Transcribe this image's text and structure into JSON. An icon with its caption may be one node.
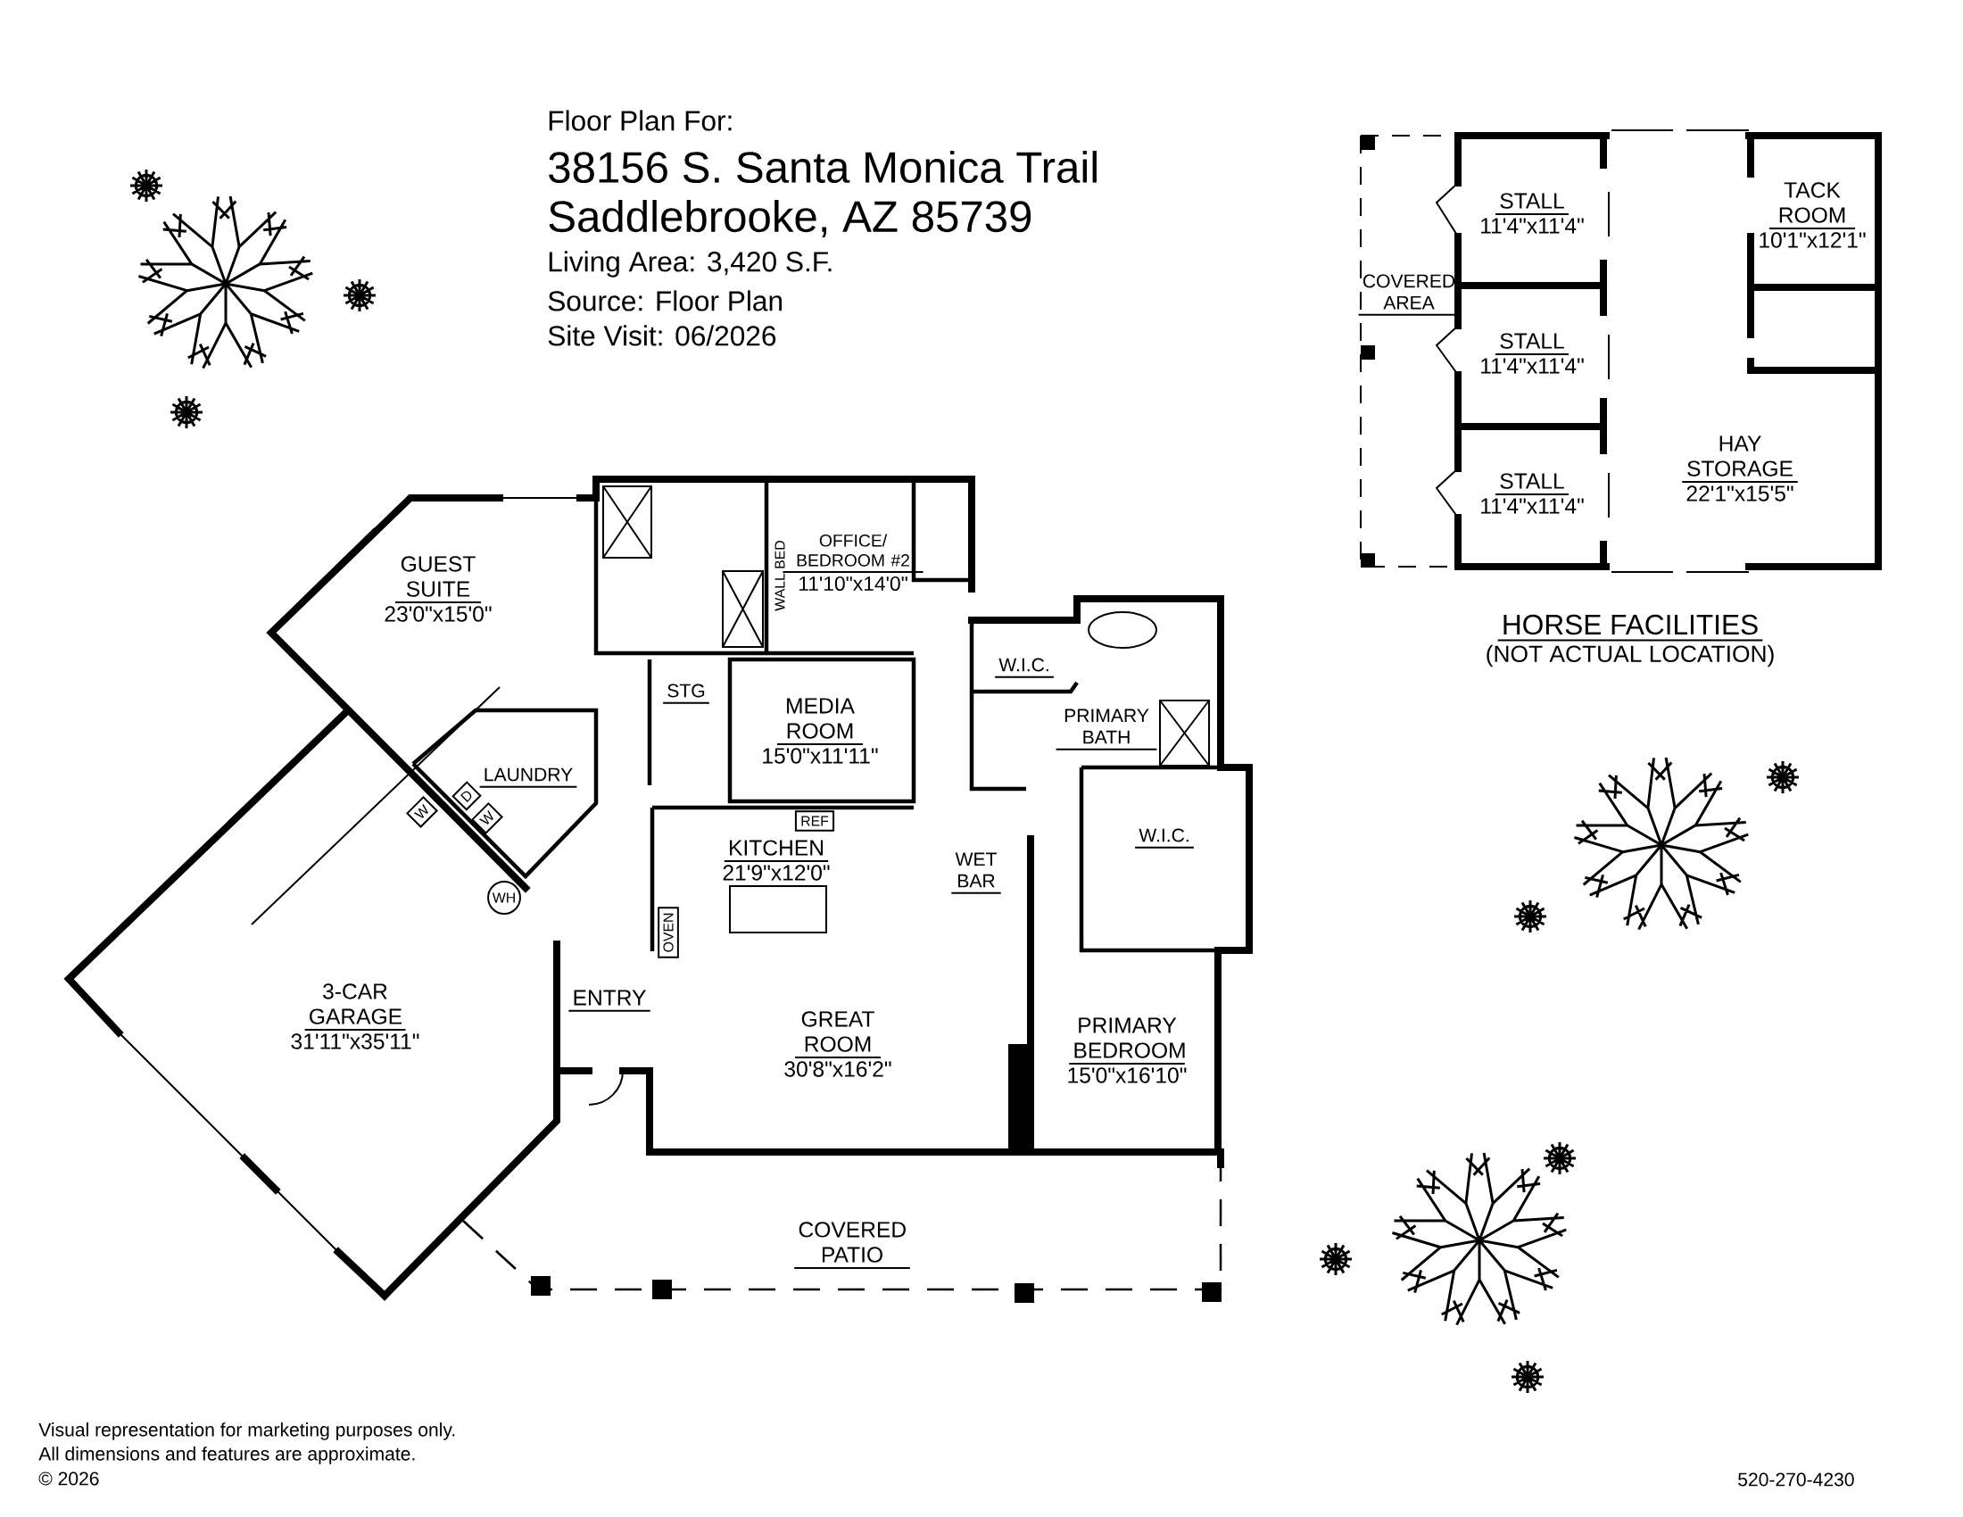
{
  "diagram": {
    "labels": [
      "Floor Plan For:",
      "38156 S. Santa Monica Trail",
      "Saddlebrooke, AZ 85739",
      "Living Area: 3,420 S.F.",
      "Source: Floor Plan",
      "Site Visit: 06/2026",
      "STALL",
      "11'4\"x11'4\"",
      "TACK ROOM",
      "10'1\"x12'1\"",
      "COVERED AREA",
      "STALL",
      "11'4\"x11'4\"",
      "STALL",
      "11'4\"x11'4\"",
      "HAY STORAGE",
      "22'1\"x15'5\"",
      "HORSE FACILITIES",
      "(NOT ACTUAL LOCATION)",
      "GUEST SUITE",
      "23'0\"x15'0\"",
      "WALL BED",
      "OFFICE/ BEDROOM #2",
      "11'10\"x14'0\"",
      "STG",
      "W.I.C.",
      "MEDIA ROOM",
      "15'0\"x11'11\"",
      "PRIMARY BATH",
      "LAUNDRY",
      "D",
      "W",
      "W",
      "REF",
      "KITCHEN",
      "21'9\"x12'0\"",
      "W.I.C.",
      "WET BAR",
      "WH",
      "OVEN",
      "ENTRY",
      "3-CAR GARAGE",
      "31'11\"x35'11\"",
      "GREAT ROOM",
      "30'8\"x16'2\"",
      "PRIMARY BEDROOM",
      "15'0\"x16'10\"",
      "COVERED PATIO",
      "Visual representation for marketing purposes only.",
      "All dimensions and features are approximate.",
      "© 2026",
      "520-270-4230"
    ]
  }
}
